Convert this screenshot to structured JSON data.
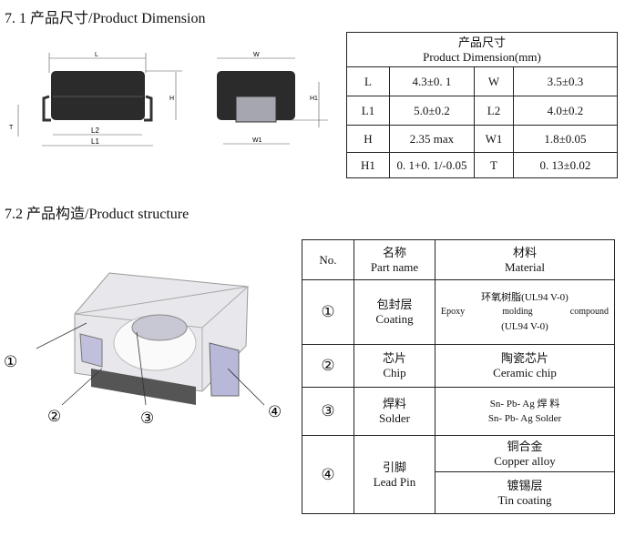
{
  "section1": {
    "heading": "7. 1 产品尺寸/Product Dimension",
    "drawing_labels": {
      "L": "L",
      "L1": "L1",
      "L2": "L2",
      "H": "H",
      "T": "T",
      "W": "W",
      "W1": "W1",
      "H1": "H1"
    },
    "table": {
      "title_cn": "产品尺寸",
      "title_en": "Product Dimension(mm)",
      "rows": [
        [
          "L",
          "4.3±0. 1",
          "W",
          "3.5±0.3"
        ],
        [
          "L1",
          "5.0±0.2",
          "L2",
          "4.0±0.2"
        ],
        [
          "H",
          "2.35 max",
          "W1",
          "1.8±0.05"
        ],
        [
          "H1",
          "0. 1+0. 1/-0.05",
          "T",
          "0. 13±0.02"
        ]
      ]
    }
  },
  "section2": {
    "heading": "7.2  产品构造/Product structure",
    "callouts": [
      "①",
      "②",
      "③",
      "④"
    ],
    "table": {
      "headers": {
        "no": "No.",
        "name_cn": "名称",
        "name_en": "Part name",
        "mat_cn": "材料",
        "mat_en": "Material"
      },
      "rows": [
        {
          "no": "①",
          "name_cn": "包封层",
          "name_en": "Coating",
          "mat1": "环氧树脂(UL94 V-0)",
          "mat2a": "Epoxy",
          "mat2b": "molding",
          "mat2c": "compound",
          "mat3": "(UL94 V-0)"
        },
        {
          "no": "②",
          "name_cn": "芯片",
          "name_en": "Chip",
          "mat1": "陶瓷芯片",
          "mat2": "Ceramic chip"
        },
        {
          "no": "③",
          "name_cn": "焊料",
          "name_en": "Solder",
          "mat1": "Sn- Pb- Ag 焊 料",
          "mat2": "Sn- Pb- Ag  Solder"
        },
        {
          "no": "④",
          "name_cn": "引脚",
          "name_en": "Lead Pin",
          "mat1": "铜合金",
          "mat2": "Copper alloy",
          "mat3": "镀锡层",
          "mat4": "Tin coating"
        }
      ]
    }
  }
}
